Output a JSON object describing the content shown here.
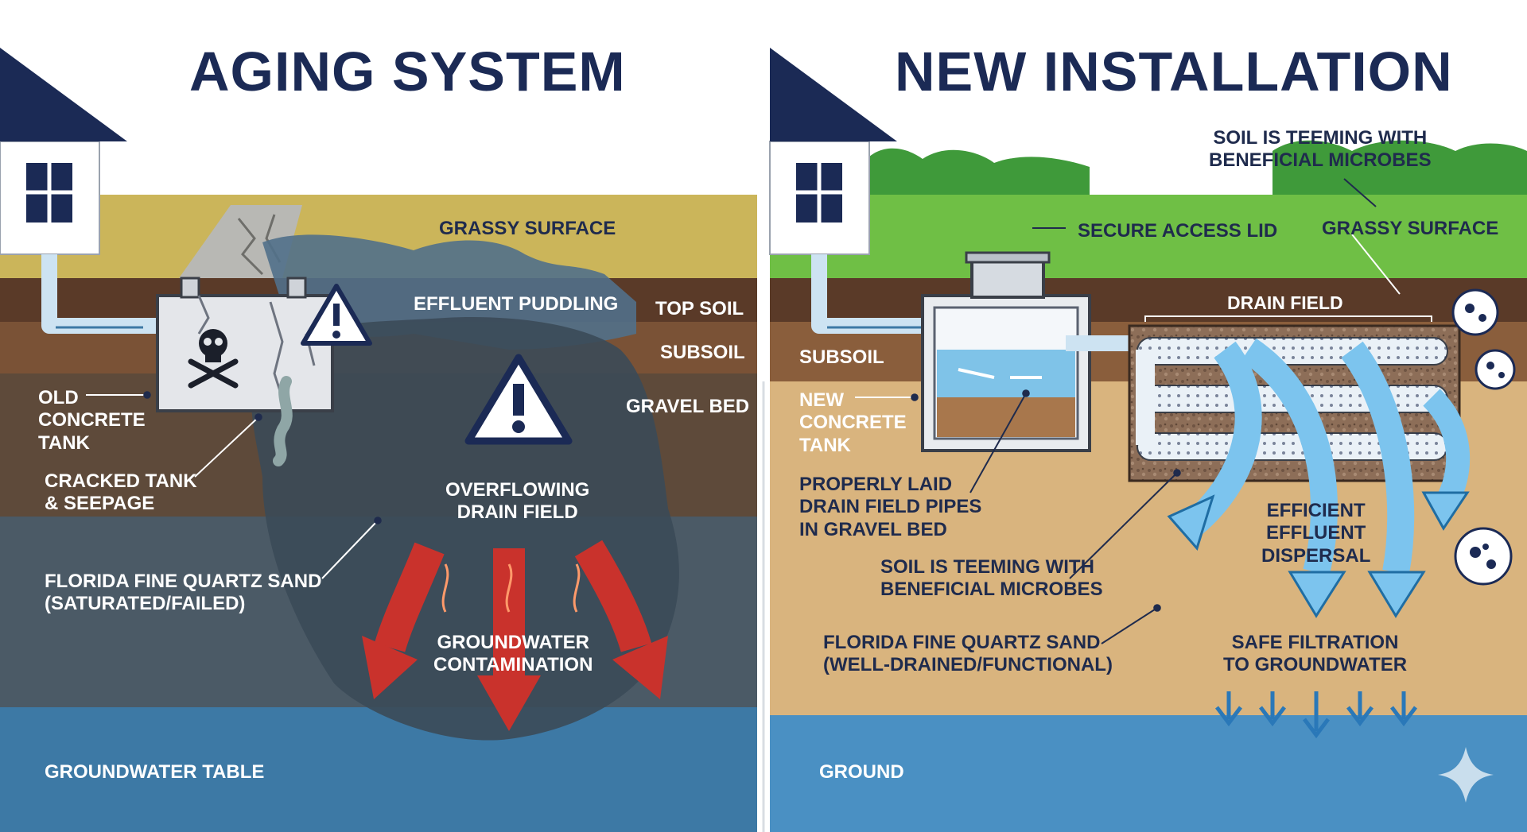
{
  "left": {
    "title": "AGING SYSTEM",
    "labels": {
      "grassy_surface": "GRASSY SURFACE",
      "effluent_puddling": "EFFLUENT PUDDLING",
      "top_soil": "TOP SOIL",
      "subsoil": "SUBSOIL",
      "gravel_bed": "GRAVEL BED",
      "old_tank_1": "OLD",
      "old_tank_2": "CONCRETE",
      "old_tank_3": "TANK",
      "cracked_1": "CRACKED TANK",
      "cracked_2": "& SEEPAGE",
      "overflow_1": "OVERFLOWING",
      "overflow_2": "DRAIN FIELD",
      "sand_1": "FLORIDA FINE QUARTZ SAND",
      "sand_2": "(SATURATED/FAILED)",
      "contam_1": "GROUNDWATER",
      "contam_2": "CONTAMINATION",
      "gw_table": "GROUNDWATER TABLE"
    }
  },
  "right": {
    "title": "NEW INSTALLATION",
    "labels": {
      "microbes_top_1": "SOIL IS TEEMING WITH",
      "microbes_top_2": "BENEFICIAL MICROBES",
      "access_lid": "SECURE ACCESS LID",
      "grassy_surface": "GRASSY SURFACE",
      "drain_field": "DRAIN FIELD",
      "subsoil": "SUBSOIL",
      "new_tank_1": "NEW",
      "new_tank_2": "CONCRETE",
      "new_tank_3": "TANK",
      "pipes_1": "PROPERLY LAID",
      "pipes_2": "DRAIN FIELD PIPES",
      "pipes_3": "IN GRAVEL BED",
      "efficient_1": "EFFICIENT",
      "efficient_2": "EFFLUENT",
      "efficient_3": "DISPERSAL",
      "microbes_mid_1": "SOIL IS TEEMING WITH",
      "microbes_mid_2": "BENEFICIAL MICROBES",
      "sand_1": "FLORIDA FINE QUARTZ SAND",
      "sand_2": "(WELL-DRAINED/FUNCTIONAL)",
      "safe_1": "SAFE FILTRATION",
      "safe_2": "TO GROUNDWATER",
      "ground": "GROUND"
    }
  },
  "colors": {
    "navy": "#1b2a55",
    "dry_grass": "#cbb55a",
    "green_grass": "#6fbf45",
    "topsoil": "#5a3a28",
    "subsoil": "#8a5e3c",
    "sand": "#d9b47e",
    "groundwater": "#3f88b8",
    "contamination": "#d33a32",
    "clean_flow": "#7cc4ee"
  }
}
